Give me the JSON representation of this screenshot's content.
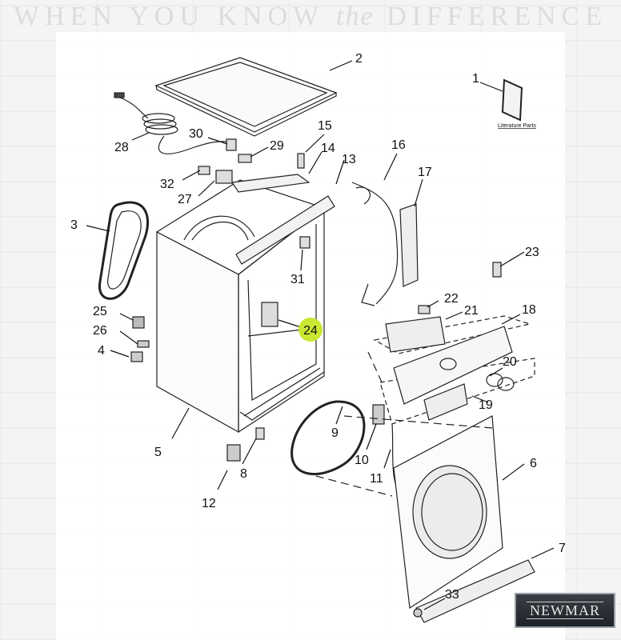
{
  "header": {
    "pre": "WHEN YOU KNOW",
    "em": "the",
    "post": "DIFFERENCE"
  },
  "literature_label": "Literature Parts",
  "highlighted_part": "24",
  "highlight_color": "#c8e832",
  "logo_text": "NEWMAR",
  "parts": {
    "p1": "1",
    "p2": "2",
    "p3": "3",
    "p4": "4",
    "p5": "5",
    "p6": "6",
    "p7": "7",
    "p8": "8",
    "p9": "9",
    "p10": "10",
    "p11": "11",
    "p12": "12",
    "p13": "13",
    "p14": "14",
    "p15": "15",
    "p16": "16",
    "p17": "17",
    "p18": "18",
    "p19": "19",
    "p20": "20",
    "p21": "21",
    "p22": "22",
    "p23": "23",
    "p25": "25",
    "p26": "26",
    "p27": "27",
    "p28": "28",
    "p29": "29",
    "p30": "30",
    "p31": "31",
    "p32": "32",
    "p33": "33"
  }
}
